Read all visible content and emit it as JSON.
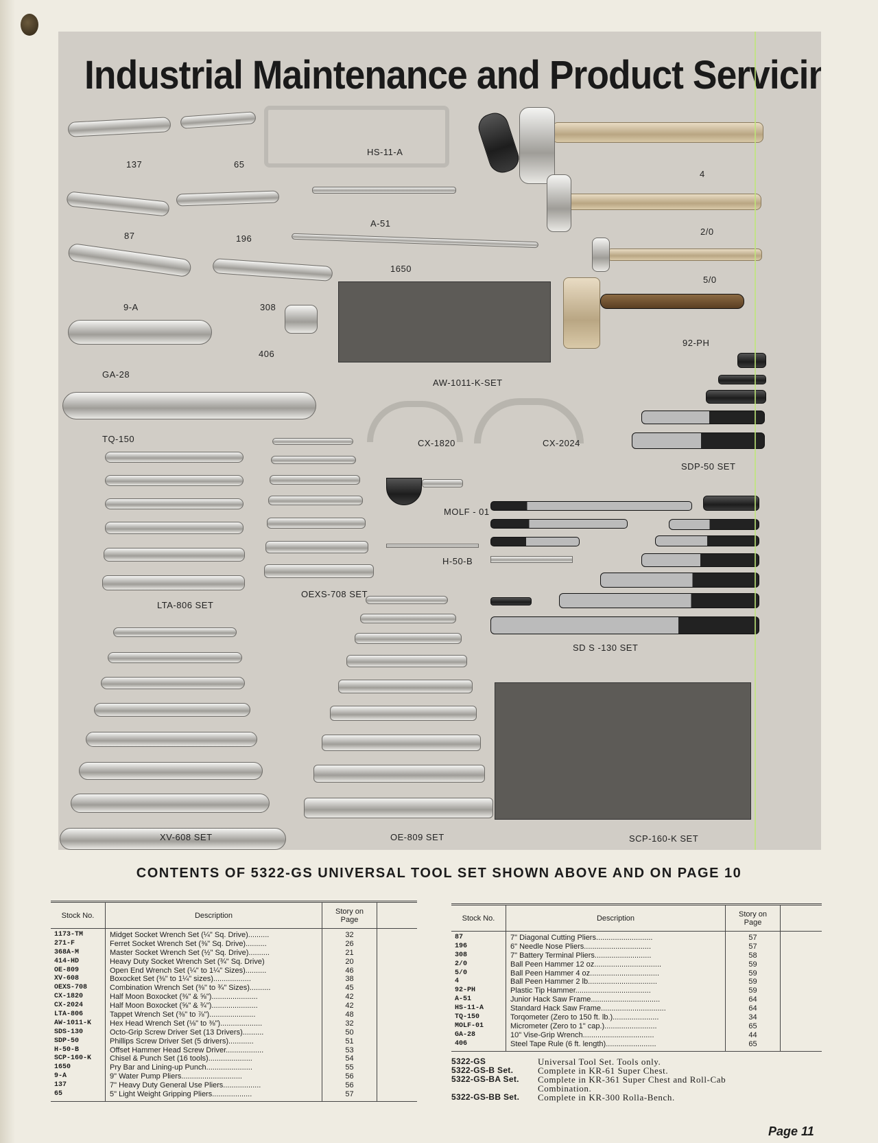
{
  "photo": {
    "title": "Industrial Maintenance and Product Servicing",
    "labels": [
      "137",
      "65",
      "HS-11-A",
      "4",
      "87",
      "196",
      "A-51",
      "2/0",
      "9-A",
      "308",
      "1650",
      "5/0",
      "406",
      "92-PH",
      "GA-28",
      "AW-1011-K-SET",
      "TQ-150",
      "CX-1820",
      "CX-2024",
      "SDP-50  SET",
      "MOLF - 01",
      "H-50-B",
      "OEXS-708  SET",
      "LTA-806  SET",
      "SD S -130  SET",
      "XV-608  SET",
      "OE-809  SET",
      "SCP-160-K  SET"
    ]
  },
  "heading": "CONTENTS OF 5322-GS UNIVERSAL TOOL SET SHOWN ABOVE AND ON PAGE 10",
  "table_headers": {
    "stock": "Stock No.",
    "description": "Description",
    "page": "Story on Page"
  },
  "left_table": [
    {
      "stock": "1173-TM",
      "desc": "Midget Socket Wrench Set (¼\" Sq. Drive)..........",
      "page": "32"
    },
    {
      "stock": "271-F",
      "desc": "Ferret Socket Wrench Set (⅜\" Sq. Drive)..........",
      "page": "26"
    },
    {
      "stock": "368A-M",
      "desc": "Master Socket Wrench Set (½\" Sq. Drive)..........",
      "page": "21"
    },
    {
      "stock": "414-HD",
      "desc": "Heavy Duty Socket Wrench Set (¾\" Sq. Drive)",
      "page": "20"
    },
    {
      "stock": "OE-809",
      "desc": "Open End Wrench Set (¼\" to 1¼\" Sizes)..........",
      "page": "46"
    },
    {
      "stock": "XV-608",
      "desc": "Boxocket Set (⅜\" to 1¼\" sizes)..................",
      "page": "38"
    },
    {
      "stock": "OEXS-708",
      "desc": "Combination Wrench Set (⅜\" to ¾\" Sizes)..........",
      "page": "45"
    },
    {
      "stock": "CX-1820",
      "desc": "Half Moon Boxocket (⅜\" & ⅝\")......................",
      "page": "42"
    },
    {
      "stock": "CX-2024",
      "desc": "Half Moon Boxocket (⅝\" & ¾\")......................",
      "page": "42"
    },
    {
      "stock": "LTA-806",
      "desc": "Tappet Wrench Set (⅜\" to ⅞\")......................",
      "page": "48"
    },
    {
      "stock": "AW-1011-K",
      "desc": "Hex Head Wrench Set (⅛\" to ⅜\")....................",
      "page": "32"
    },
    {
      "stock": "SDS-130",
      "desc": "Octo-Grip Screw Driver Set (13 Drivers)..........",
      "page": "50"
    },
    {
      "stock": "SDP-50",
      "desc": "Phillips Screw Driver Set (5 drivers)............",
      "page": "51"
    },
    {
      "stock": "H-50-B",
      "desc": "Offset Hammer Head Screw Driver..................",
      "page": "53"
    },
    {
      "stock": "SCP-160-K",
      "desc": "Chisel & Punch Set (16 tools).....................",
      "page": "54"
    },
    {
      "stock": "1650",
      "desc": "Pry Bar and Lining-up Punch......................",
      "page": "55"
    },
    {
      "stock": "9-A",
      "desc": "9\" Water Pump Pliers.............................",
      "page": "56"
    },
    {
      "stock": "137",
      "desc": "7\" Heavy Duty General Use Pliers..................",
      "page": "56"
    },
    {
      "stock": "65",
      "desc": "5\" Light Weight Gripping Pliers...................",
      "page": "57"
    }
  ],
  "right_table": [
    {
      "stock": "87",
      "desc": "7\" Diagonal Cutting Pliers...........................",
      "page": "57"
    },
    {
      "stock": "196",
      "desc": "6\" Needle Nose Pliers................................",
      "page": "57"
    },
    {
      "stock": "308",
      "desc": "7\" Battery Terminal Pliers...........................",
      "page": "58"
    },
    {
      "stock": "2/0",
      "desc": "Ball Peen Hammer 12 oz................................",
      "page": "59"
    },
    {
      "stock": "5/0",
      "desc": "Ball Peen Hammer 4 oz.................................",
      "page": "59"
    },
    {
      "stock": "4",
      "desc": "Ball Peen Hammer 2 lb.................................",
      "page": "59"
    },
    {
      "stock": "92-PH",
      "desc": "Plastic Tip Hammer....................................",
      "page": "59"
    },
    {
      "stock": "A-51",
      "desc": "Junior Hack Saw Frame.................................",
      "page": "64"
    },
    {
      "stock": "HS-11-A",
      "desc": "Standard Hack Saw Frame...............................",
      "page": "64"
    },
    {
      "stock": "TQ-150",
      "desc": "Torqometer (Zero to 150 ft. lb.)......................",
      "page": "34"
    },
    {
      "stock": "MOLF-01",
      "desc": "Micrometer (Zero to 1\" cap.).........................",
      "page": "65"
    },
    {
      "stock": "GA-28",
      "desc": "10\" Vise-Grip Wrench..................................",
      "page": "44"
    },
    {
      "stock": "406",
      "desc": "Steel Tape Rule (6 ft. length)........................",
      "page": "65"
    }
  ],
  "sets": [
    {
      "code": "5322-GS",
      "desc": "Universal Tool Set. Tools only."
    },
    {
      "code": "5322-GS-B Set.",
      "desc": "Complete in KR-61 Super Chest."
    },
    {
      "code": "5322-GS-BA Set.",
      "desc": "Complete in KR-361 Super Chest and Roll-Cab"
    },
    {
      "code": "",
      "desc": "Combination."
    },
    {
      "code": "5322-GS-BB Set.",
      "desc": "Complete in KR-300 Rolla-Bench."
    }
  ],
  "page_number": "Page 11"
}
